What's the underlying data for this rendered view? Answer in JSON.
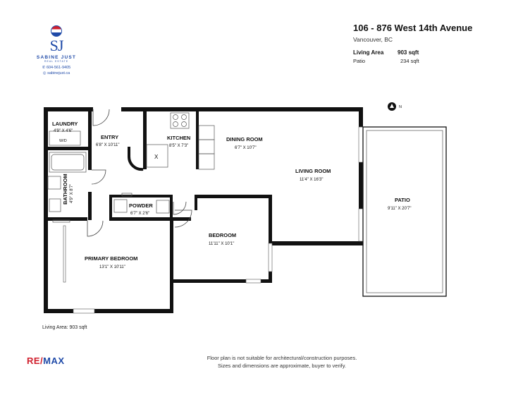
{
  "agent": {
    "monogram": "SJ",
    "name": "SABINE JUST",
    "subtitle": "REAL ESTATE",
    "phone": "604-561-9405",
    "website": "sabinejust.ca"
  },
  "property": {
    "address": "106 - 876 West 14th Avenue",
    "city": "Vancouver, BC"
  },
  "areas": [
    {
      "label": "Living Area",
      "value": "903 sqft"
    },
    {
      "label": "Patio",
      "value": "234 sqft"
    }
  ],
  "rooms": {
    "laundry": {
      "name": "LAUNDRY",
      "dims": "4'9\" X 4'6\""
    },
    "entry": {
      "name": "ENTRY",
      "dims": "6'8\" X 10'11\""
    },
    "kitchen": {
      "name": "KITCHEN",
      "dims": "8'5\" X 7'3\""
    },
    "dining": {
      "name": "DINING ROOM",
      "dims": "6'7\" X 10'7\""
    },
    "living": {
      "name": "LIVING ROOM",
      "dims": "11'4\" X 16'3\""
    },
    "patio": {
      "name": "PATIO",
      "dims": "9'11\" X 20'7\""
    },
    "bathroom": {
      "name": "BATHROOM",
      "dims": "4'9\" X 8'7\""
    },
    "powder": {
      "name": "POWDER",
      "dims": "6'7\" X 2'6\""
    },
    "bedroom": {
      "name": "BEDROOM",
      "dims": "11'11\" X 10'1\""
    },
    "primary": {
      "name": "PRIMARY BEDROOM",
      "dims": "13'1\" X 10'11\""
    }
  },
  "fixtures": {
    "washer_dryer": "W/D",
    "fridge_mark": "X",
    "north": "N"
  },
  "total_area": "Living Area: 903 sqft",
  "disclaimer": {
    "line1": "Floor plan is not suitable for architectural/construction purposes.",
    "line2": "Sizes and dimensions are approximate, buyer to verify."
  },
  "brokerage": {
    "part1": "RE/",
    "part2": "MAX"
  },
  "colors": {
    "wall": "#111111",
    "brand_blue": "#1f4aa8",
    "brand_red": "#d0202e"
  }
}
